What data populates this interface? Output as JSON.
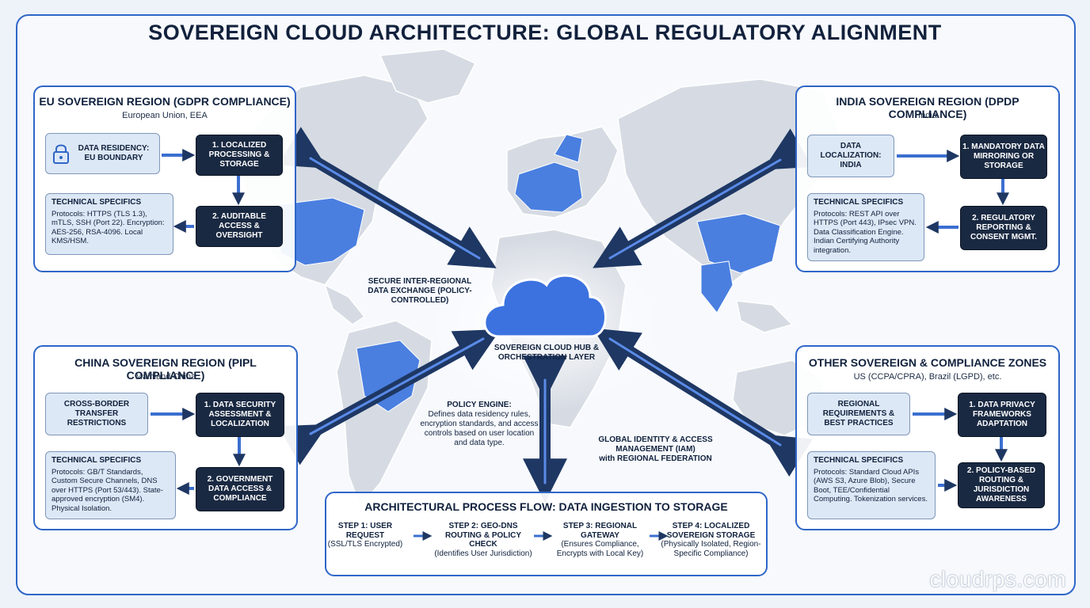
{
  "title": "SOVEREIGN CLOUD ARCHITECTURE: GLOBAL REGULATORY ALIGNMENT",
  "colors": {
    "accent": "#2f66c8",
    "dark_box": "#1a2942",
    "light_box": "#dde8f6",
    "highlight_region": "#4a7fe0",
    "land": "#d6dbe3",
    "arrow": "#1e3763"
  },
  "eu": {
    "title": "EU SOVEREIGN REGION (GDPR COMPLIANCE)",
    "subtitle": "European Union, EEA",
    "residency": "DATA RESIDENCY: EU BOUNDARY",
    "step1": "1. LOCALIZED PROCESSING & STORAGE",
    "step2": "2. AUDITABLE ACCESS & OVERSIGHT",
    "tech_title": "TECHNICAL SPECIFICS",
    "tech_body": "Protocols: HTTPS (TLS 1.3), mTLS, SSH (Port 22). Encryption: AES-256, RSA-4096. Local KMS/HSM.",
    "icon": "lock-icon"
  },
  "india": {
    "title": "INDIA SOVEREIGN REGION (DPDP COMPLIANCE)",
    "subtitle": "India",
    "residency": "DATA LOCALIZATION: INDIA",
    "step1": "1. MANDATORY DATA MIRRORING OR STORAGE",
    "step2": "2. REGULATORY REPORTING & CONSENT MGMT.",
    "tech_title": "TECHNICAL SPECIFICS",
    "tech_body": "Protocols: REST API over HTTPS (Port 443), IPsec VPN. Data Classification Engine. Indian Certifying Authority integration."
  },
  "china": {
    "title": "CHINA SOVEREIGN REGION (PIPL COMPLIANCE)",
    "subtitle": "Mainland China",
    "residency": "CROSS-BORDER TRANSFER RESTRICTIONS",
    "step1": "1. DATA SECURITY ASSESSMENT & LOCALIZATION",
    "step2": "2. GOVERNMENT DATA ACCESS & COMPLIANCE",
    "tech_title": "TECHNICAL SPECIFICS",
    "tech_body": "Protocols: GB/T Standards, Custom Secure Channels, DNS over HTTPS (Port 53/443). State-approved encryption (SM4). Physical Isolation."
  },
  "other": {
    "title": "OTHER SOVEREIGN & COMPLIANCE ZONES",
    "subtitle": "US (CCPA/CPRA), Brazil (LGPD), etc.",
    "residency": "REGIONAL REQUIREMENTS & BEST PRACTICES",
    "step1": "1. DATA PRIVACY FRAMEWORKS ADAPTATION",
    "step2": "2. POLICY-BASED ROUTING & JURISDICTION AWARENESS",
    "tech_title": "TECHNICAL SPECIFICS",
    "tech_body": "Protocols: Standard Cloud APIs (AWS S3, Azure Blob), Secure Boot, TEE/Confidential Computing. Tokenization services."
  },
  "hub": {
    "label": "SOVEREIGN CLOUD HUB & ORCHESTRATION LAYER",
    "icon": "cloud-icon"
  },
  "exchange_label": "SECURE INTER-REGIONAL DATA EXCHANGE (POLICY-CONTROLLED)",
  "policy_engine": {
    "title": "POLICY ENGINE:",
    "body": "Defines data residency rules, encryption standards, and access controls based on user location and data type."
  },
  "iam": {
    "title": "GLOBAL IDENTITY & ACCESS MANAGEMENT (IAM)",
    "body": "with REGIONAL FEDERATION"
  },
  "flow": {
    "title": "ARCHITECTURAL PROCESS FLOW: DATA INGESTION TO STORAGE",
    "steps": [
      {
        "head": "STEP 1: USER REQUEST",
        "desc": "(SSL/TLS Encrypted)"
      },
      {
        "head": "STEP 2: GEO-DNS ROUTING & POLICY CHECK",
        "desc": "(Identifies User Jurisdiction)"
      },
      {
        "head": "STEP 3: REGIONAL GATEWAY",
        "desc": "(Ensures Compliance, Encrypts with Local Key)"
      },
      {
        "head": "STEP 4: LOCALIZED SOVEREIGN STORAGE",
        "desc": "(Physically Isolated, Region-Specific Compliance)"
      }
    ]
  },
  "watermark": "cloudrps.com"
}
